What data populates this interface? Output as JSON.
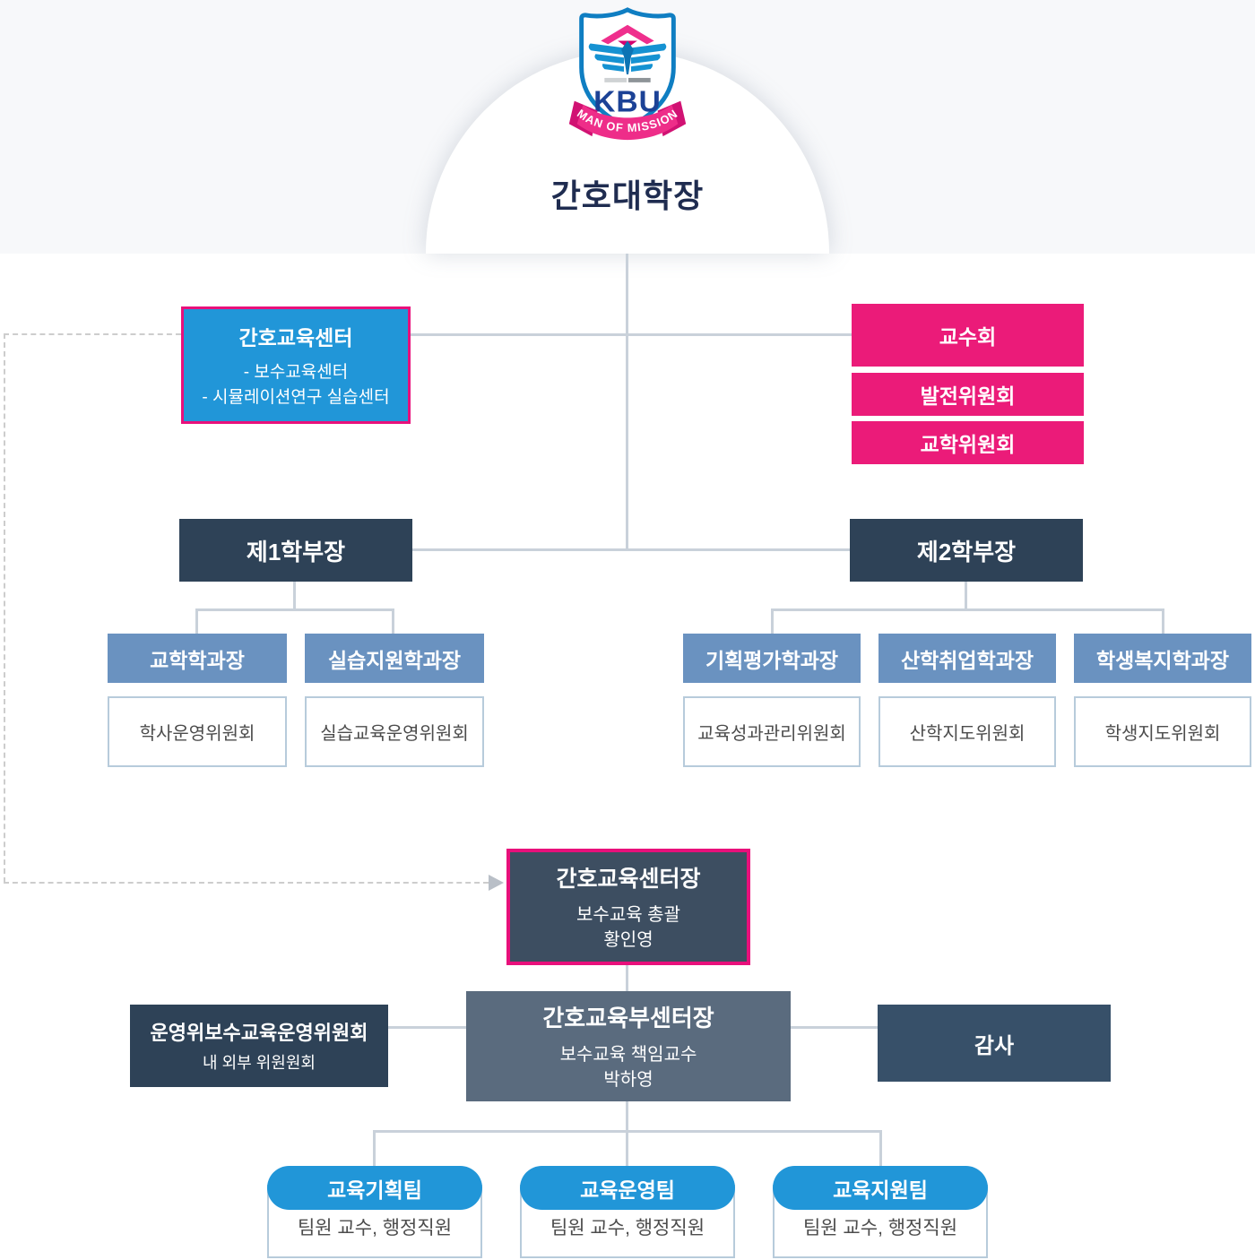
{
  "logo": {
    "kbu": "KBU",
    "motto": "MAN OF MISSION"
  },
  "root": {
    "title": "간호대학장"
  },
  "left_branch": {
    "title": "간호교육센터",
    "items": [
      "- 보수교육센터",
      "- 시뮬레이션연구 실습센터"
    ]
  },
  "right_branch": {
    "committees": [
      "교수회",
      "발전위원회",
      "교학위원회"
    ]
  },
  "division1": {
    "title": "제1학부장",
    "departments": [
      {
        "title": "교학학과장",
        "committee": "학사운영위원회"
      },
      {
        "title": "실습지원학과장",
        "committee": "실습교육운영위원회"
      }
    ]
  },
  "division2": {
    "title": "제2학부장",
    "departments": [
      {
        "title": "기획평가학과장",
        "committee": "교육성과관리위원회"
      },
      {
        "title": "산학취업학과장",
        "committee": "산학지도위원회"
      },
      {
        "title": "학생복지학과장",
        "committee": "학생지도위원회"
      }
    ]
  },
  "center_head": {
    "title": "간호교육센터장",
    "role": "보수교육 총괄",
    "name": "황인영"
  },
  "operations_committee": {
    "title": "운영위보수교육운영위원회",
    "subtitle": "내 외부 위원원회"
  },
  "deputy_head": {
    "title": "간호교육부센터장",
    "role": "보수교육 책임교수",
    "name": "박하영"
  },
  "audit": {
    "title": "감사"
  },
  "teams": [
    {
      "title": "교육기획팀",
      "members": "팀원 교수, 행정직원"
    },
    {
      "title": "교육운영팀",
      "members": "팀원 교수, 행정직원"
    },
    {
      "title": "교육지원팀",
      "members": "팀원 교수, 행정직원"
    }
  ],
  "colors": {
    "accent_pink": "#eb1b79",
    "pink_border": "#e8107b",
    "bright_blue": "#2196d8",
    "navy": "#2e4257",
    "audit_navy": "#375069",
    "center_panel": "#3d4e61",
    "slate": "#5a6b7e",
    "mid_blue": "#6a92c0",
    "connector": "#c9d1da",
    "title_navy": "#1f2c50"
  }
}
